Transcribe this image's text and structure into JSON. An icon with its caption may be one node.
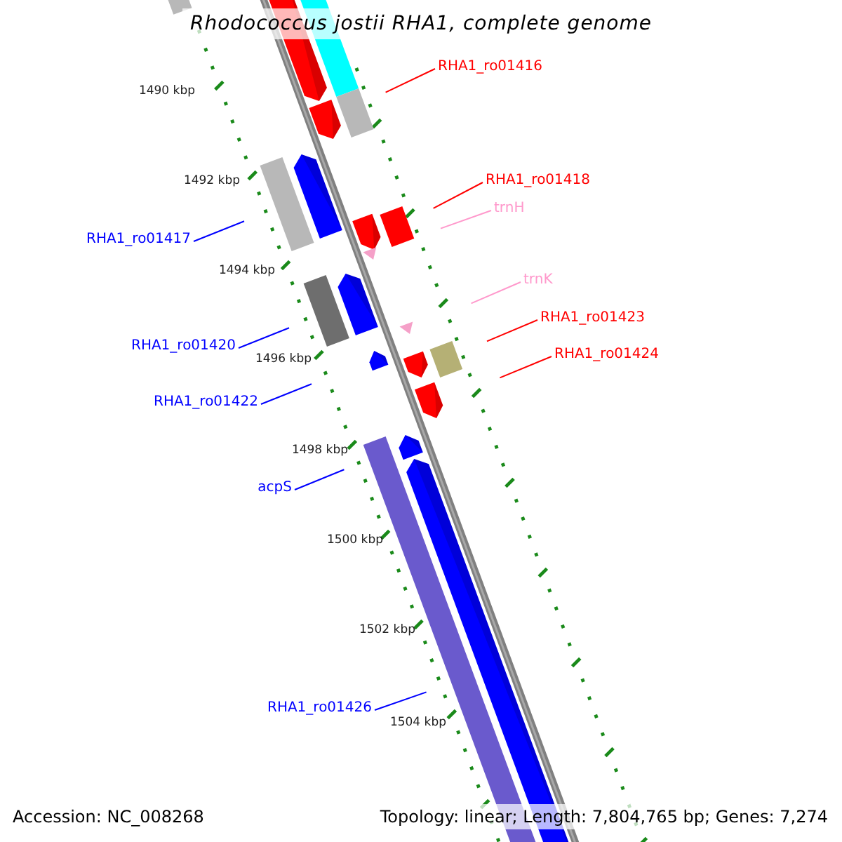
{
  "diagram": {
    "title": "Rhodococcus jostii RHA1, complete genome",
    "nodes": [
      {
        "text": [
          "RHA1_ro01416"
        ]
      },
      {
        "text": [
          "RHA1_ro01418"
        ]
      },
      {
        "text": [
          "trnH"
        ]
      },
      {
        "text": [
          "RHA1_ro01417"
        ]
      },
      {
        "text": [
          "trnK"
        ]
      },
      {
        "text": [
          "RHA1_ro01423"
        ]
      },
      {
        "text": [
          "RHA1_ro01420"
        ]
      },
      {
        "text": [
          "RHA1_ro01424"
        ]
      },
      {
        "text": [
          "RHA1_ro01422"
        ]
      },
      {
        "text": [
          "acpS"
        ]
      },
      {
        "text": [
          "RHA1_ro01426"
        ]
      }
    ],
    "edges": [
      {
        "from": 0,
        "to": null,
        "arrow": "none",
        "color": "#ff0000"
      },
      {
        "from": 1,
        "to": null,
        "arrow": "none",
        "color": "#ff0000"
      },
      {
        "from": 2,
        "to": null,
        "arrow": "none",
        "color": "#ff99cc"
      },
      {
        "from": 3,
        "to": null,
        "arrow": "none",
        "color": "#0000ff"
      },
      {
        "from": 4,
        "to": null,
        "arrow": "none",
        "color": "#ff99cc"
      },
      {
        "from": 5,
        "to": null,
        "arrow": "none",
        "color": "#ff0000"
      },
      {
        "from": 6,
        "to": null,
        "arrow": "none",
        "color": "#0000ff"
      },
      {
        "from": 7,
        "to": null,
        "arrow": "none",
        "color": "#ff0000"
      },
      {
        "from": 8,
        "to": null,
        "arrow": "none",
        "color": "#0000ff"
      },
      {
        "from": 9,
        "to": null,
        "arrow": "none",
        "color": "#0000ff"
      },
      {
        "from": 10,
        "to": null,
        "arrow": "none",
        "color": "#0000ff"
      }
    ],
    "labels": [
      "1490 kbp",
      "1492 kbp",
      "1494 kbp",
      "1496 kbp",
      "1498 kbp",
      "1500 kbp",
      "1502 kbp",
      "1504 kbp",
      "Accession: NC_008268",
      "Topology: linear; Length: 7,804,765 bp; Genes: 7,274"
    ]
  }
}
